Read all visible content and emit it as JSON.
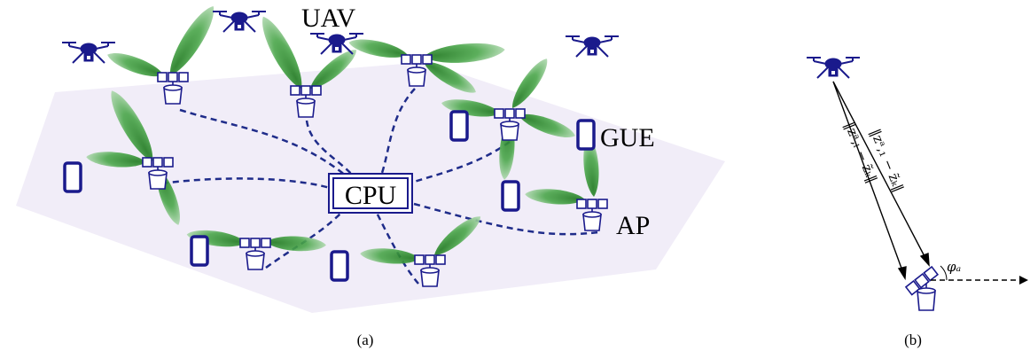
{
  "figure": {
    "panel_a": {
      "labels": {
        "uav": "UAV",
        "gue": "GUE",
        "cpu": "CPU",
        "ap": "AP"
      },
      "caption": "(a)"
    },
    "panel_b": {
      "expr_top": "‖zᵃ,₁ − z̃ₖ‖",
      "expr_bottom": "‖zᵃ,ₗ − z̃ₖ‖",
      "angle": "φₐ",
      "caption": "(b)"
    },
    "colors": {
      "plane_fill": "#f1edf8",
      "device_blue": "#1a1a8c",
      "link_blue": "#1f2c8a",
      "lobe_green": "#3a9a3a"
    },
    "icons": [
      "uav-icon",
      "ap-icon",
      "gue-phone-icon",
      "beam-lobe-icon",
      "cpu-box"
    ]
  }
}
